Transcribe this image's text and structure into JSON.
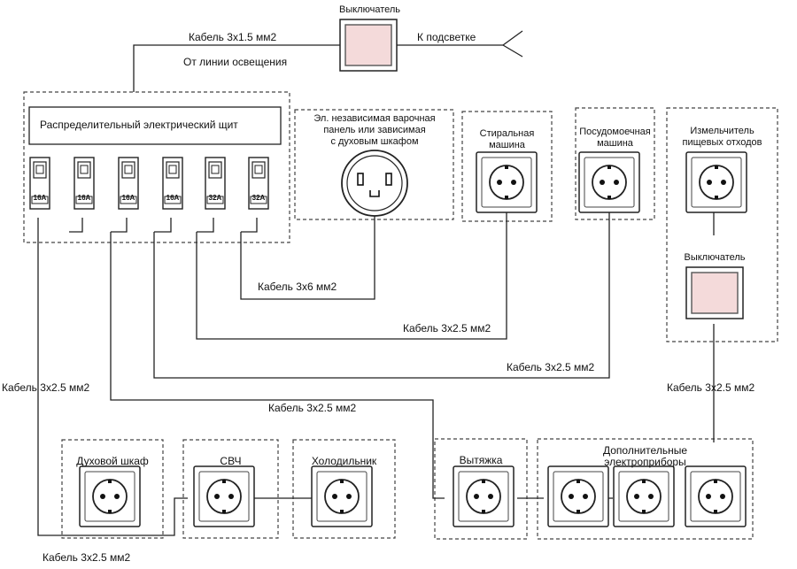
{
  "top_switch": {
    "title": "Выключатель",
    "to_backlight": "К подсветке"
  },
  "lighting": {
    "cable": "Кабель 3х1.5 мм2",
    "source": "От линии освещения"
  },
  "panel": {
    "title": "Распределительный электрический щит",
    "breakers": [
      {
        "rating": "16A"
      },
      {
        "rating": "16A"
      },
      {
        "rating": "16A"
      },
      {
        "rating": "16A"
      },
      {
        "rating": "32A"
      },
      {
        "rating": "32A"
      }
    ]
  },
  "hob": {
    "title": "Эл. независимая варочная\nпанель или зависимая\nс духовым шкафом",
    "cable": "Кабель 3х6 мм2"
  },
  "washer": {
    "title": "Стиральная\nмашина",
    "cable": "Кабель 3х2.5 мм2"
  },
  "dishwasher": {
    "title": "Посудомоечная\nмашина",
    "cable": "Кабель 3х2.5 мм2"
  },
  "disposer": {
    "title": "Измельчитель\nпищевых отходов",
    "switch_label": "Выключатель",
    "cable": "Кабель 3х2.5 мм2"
  },
  "bottom": {
    "left_cable": "Кабель 3х2.5 мм2",
    "mid_cable": "Кабель 3х2.5 мм2",
    "bottom_cable": "Кабель 3х2.5 мм2",
    "oven": "Духовой шкаф",
    "microwave": "СВЧ",
    "fridge": "Холодильник",
    "hood": "Вытяжка",
    "extra": "Дополнительные\nэлектроприборы"
  },
  "colors": {
    "line": "#222222",
    "dash": "#444444",
    "switch_fill": "#f4dada",
    "switch_stroke": "#555555"
  }
}
